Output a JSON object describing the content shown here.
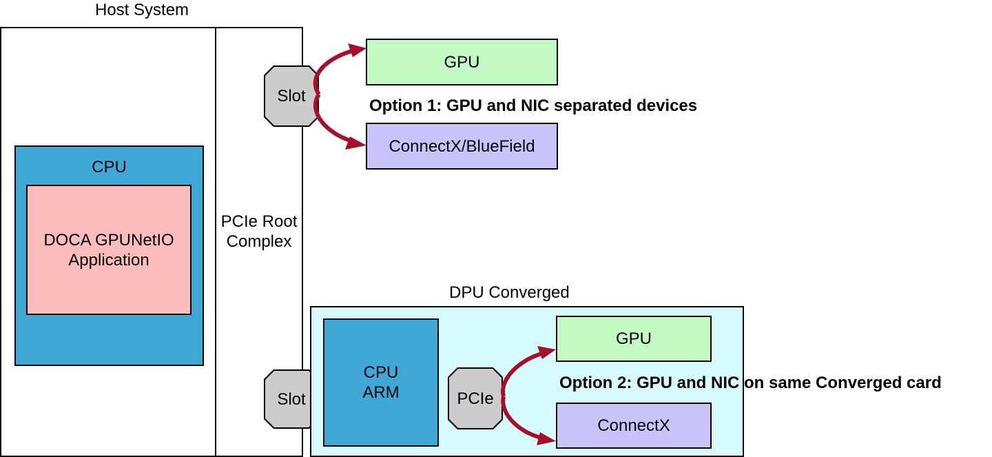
{
  "host": {
    "title": "Host System",
    "cpu_label": "CPU",
    "app_label": "DOCA GPUNetIO Application",
    "pcie_root_label": "PCIe Root Complex",
    "slot_top_label": "Slot",
    "slot_bottom_label": "Slot"
  },
  "option1": {
    "gpu_label": "GPU",
    "nic_label": "ConnectX/BlueField",
    "caption": "Option 1: GPU and NIC separated devices"
  },
  "dpu": {
    "title": "DPU Converged",
    "cpu_label": "CPU ARM",
    "pcie_label": "PCIe",
    "gpu_label": "GPU",
    "nic_label": "ConnectX",
    "caption": "Option 2: GPU and NIC on same Converged card"
  },
  "colors": {
    "cpu_blue": "#3ea8d6",
    "app_pink": "#fbbcbc",
    "gpu_green": "#c3fac4",
    "nic_purple": "#c8c4fa",
    "dpu_bg": "#d5fbfc",
    "slot_gray": "#cccccc",
    "arrow_red": "#a8102a"
  }
}
